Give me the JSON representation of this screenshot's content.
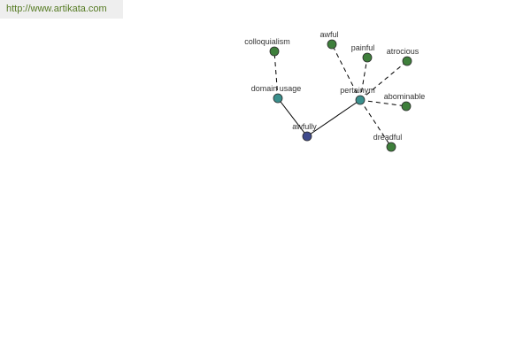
{
  "site": {
    "url": "http://www.artikata.com"
  },
  "graph": {
    "colors": {
      "center": "#3f4a8c",
      "relation": "#3a8f8c",
      "word": "#3e7f3b",
      "edge": "#000000"
    },
    "nodes": [
      {
        "id": "awfully",
        "label": "awfully",
        "kind": "center"
      },
      {
        "id": "domain_usage",
        "label": "domain usage",
        "kind": "relation"
      },
      {
        "id": "pertainym",
        "label": "pertainym",
        "kind": "relation"
      },
      {
        "id": "colloquialism",
        "label": "colloquialism",
        "kind": "word"
      },
      {
        "id": "awful",
        "label": "awful",
        "kind": "word"
      },
      {
        "id": "painful",
        "label": "painful",
        "kind": "word"
      },
      {
        "id": "atrocious",
        "label": "atrocious",
        "kind": "word"
      },
      {
        "id": "abominable",
        "label": "abominable",
        "kind": "word"
      },
      {
        "id": "dreadful",
        "label": "dreadful",
        "kind": "word"
      }
    ],
    "edges": [
      {
        "from": "awfully",
        "to": "domain_usage",
        "style": "solid"
      },
      {
        "from": "awfully",
        "to": "pertainym",
        "style": "solid"
      },
      {
        "from": "domain_usage",
        "to": "colloquialism",
        "style": "dashed"
      },
      {
        "from": "pertainym",
        "to": "awful",
        "style": "dashed"
      },
      {
        "from": "pertainym",
        "to": "painful",
        "style": "dashed"
      },
      {
        "from": "pertainym",
        "to": "atrocious",
        "style": "dashed"
      },
      {
        "from": "pertainym",
        "to": "abominable",
        "style": "dashed"
      },
      {
        "from": "pertainym",
        "to": "dreadful",
        "style": "dashed"
      }
    ]
  }
}
